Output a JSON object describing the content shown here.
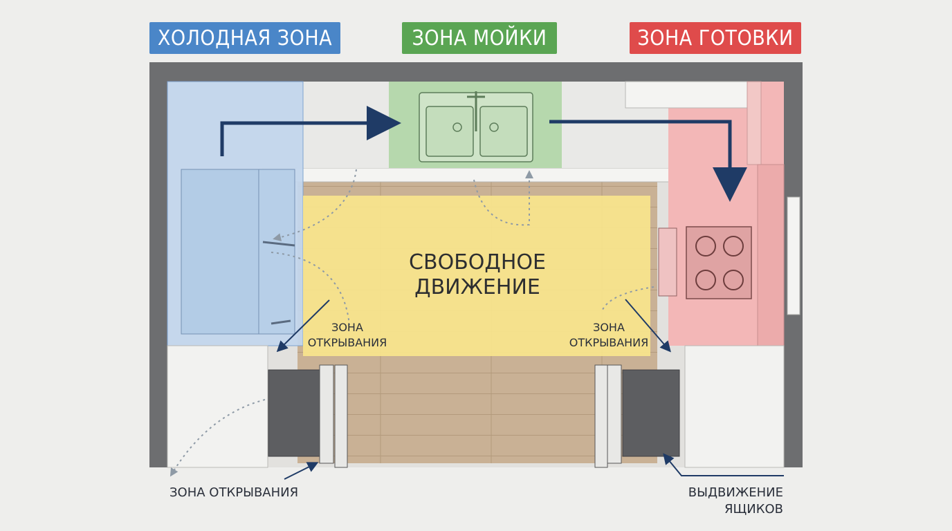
{
  "zones": {
    "cold": {
      "label": "ХОЛОДНАЯ ЗОНА",
      "color": "#4a86c8"
    },
    "sink": {
      "label": "ЗОНА МОЙКИ",
      "color": "#5aa553"
    },
    "cook": {
      "label": "ЗОНА ГОТОВКИ",
      "color": "#df4b4b"
    }
  },
  "center": {
    "line1": "СВОБОДНОЕ",
    "line2": "ДВИЖЕНИЕ"
  },
  "annotations": {
    "opening_left_1": "ЗОНА",
    "opening_left_2": "ОТКРЫВАНИЯ",
    "opening_right_1": "ЗОНА",
    "opening_right_2": "ОТКРЫВАНИЯ",
    "opening_bottom": "ЗОНА ОТКРЫВАНИЯ",
    "drawers_1": "ВЫДВИЖЕНИЕ",
    "drawers_2": "ЯЩИКОВ"
  },
  "colors": {
    "flow_arrow": "#1f3b66",
    "wall": "#6d6e70",
    "free_zone": "#f8e58c"
  }
}
